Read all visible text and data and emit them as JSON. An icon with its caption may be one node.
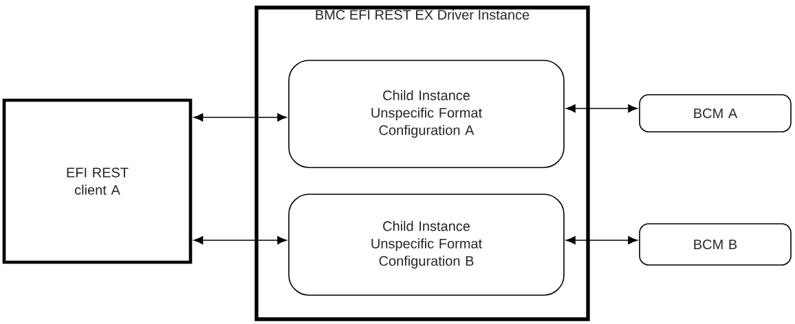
{
  "diagram": {
    "nodes": [
      {
        "text": [
          "EFI REST client A"
        ]
      },
      {
        "text": [
          "BMC EFI REST EX Driver Instance"
        ]
      },
      {
        "text": [
          "Child Instance Unspecific Format Configuration A"
        ],
        "in": 1
      },
      {
        "text": [
          "Child Instance Unspecific Format Configuration B"
        ],
        "in": 1
      },
      {
        "text": [
          "BCM A"
        ]
      },
      {
        "text": [
          "BCM B"
        ]
      }
    ],
    "edges": [
      {
        "from": 0,
        "to": 2,
        "arrow": "both"
      },
      {
        "from": 0,
        "to": 3,
        "arrow": "both"
      },
      {
        "from": 2,
        "to": 4,
        "arrow": "both"
      },
      {
        "from": 3,
        "to": 5,
        "arrow": "both"
      }
    ]
  }
}
